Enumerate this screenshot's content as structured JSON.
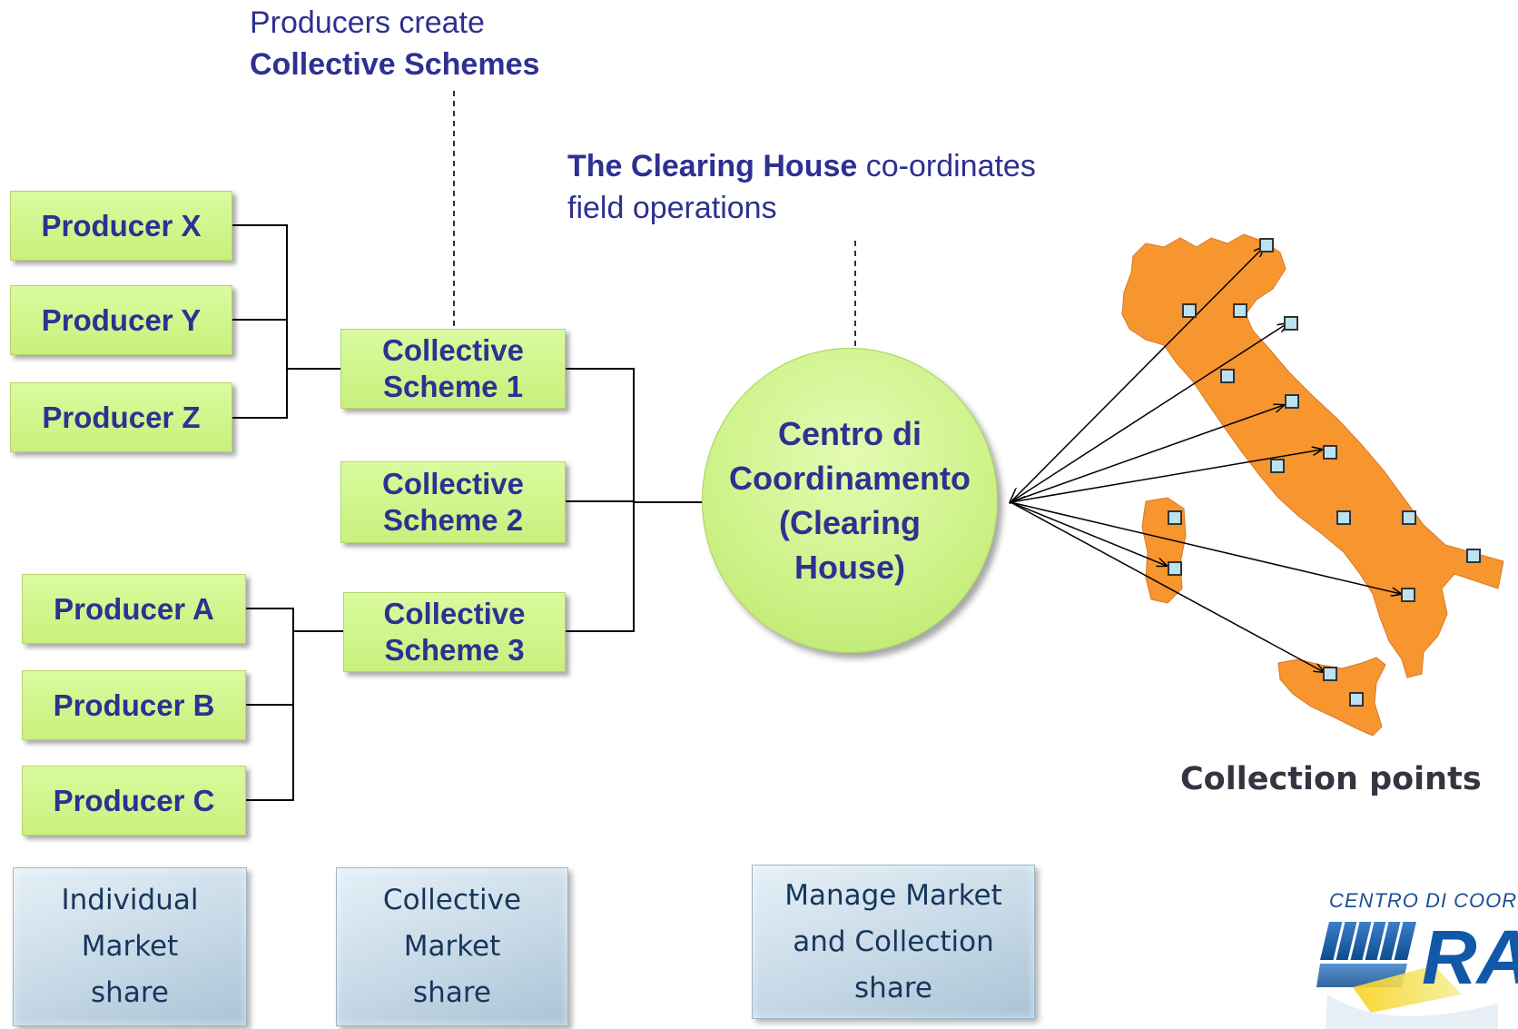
{
  "top_caption": {
    "line1": "Producers create",
    "line2": "Collective Schemes"
  },
  "clearing_caption": {
    "bold": "The Clearing House",
    "rest": " co-ordinates",
    "line2": "field operations"
  },
  "producers": {
    "x": "Producer X",
    "y": "Producer Y",
    "z": "Producer Z",
    "a": "Producer A",
    "b": "Producer B",
    "c": "Producer C"
  },
  "schemes": {
    "s1": [
      "Collective",
      "Scheme 1"
    ],
    "s2": [
      "Collective",
      "Scheme 2"
    ],
    "s3": [
      "Collective",
      "Scheme 3"
    ]
  },
  "clearing_house": [
    "Centro di",
    "Coordinamento",
    "(Clearing",
    "House)"
  ],
  "collection_label": "Collection points",
  "bottom_boxes": {
    "individual": [
      "Individual",
      "Market",
      "share"
    ],
    "collective": [
      "Collective",
      "Market",
      "share"
    ],
    "manage": [
      "Manage Market",
      "and Collection",
      "share"
    ]
  },
  "logo": {
    "text": "CENTRO DI COORDI",
    "mark": "RA"
  },
  "colors": {
    "accent_text": "#2e3092",
    "green_box": "#cff38a",
    "map_orange": "#f7952f",
    "blue_box": "#c6d9e6",
    "point_fill": "#bde2ef"
  }
}
